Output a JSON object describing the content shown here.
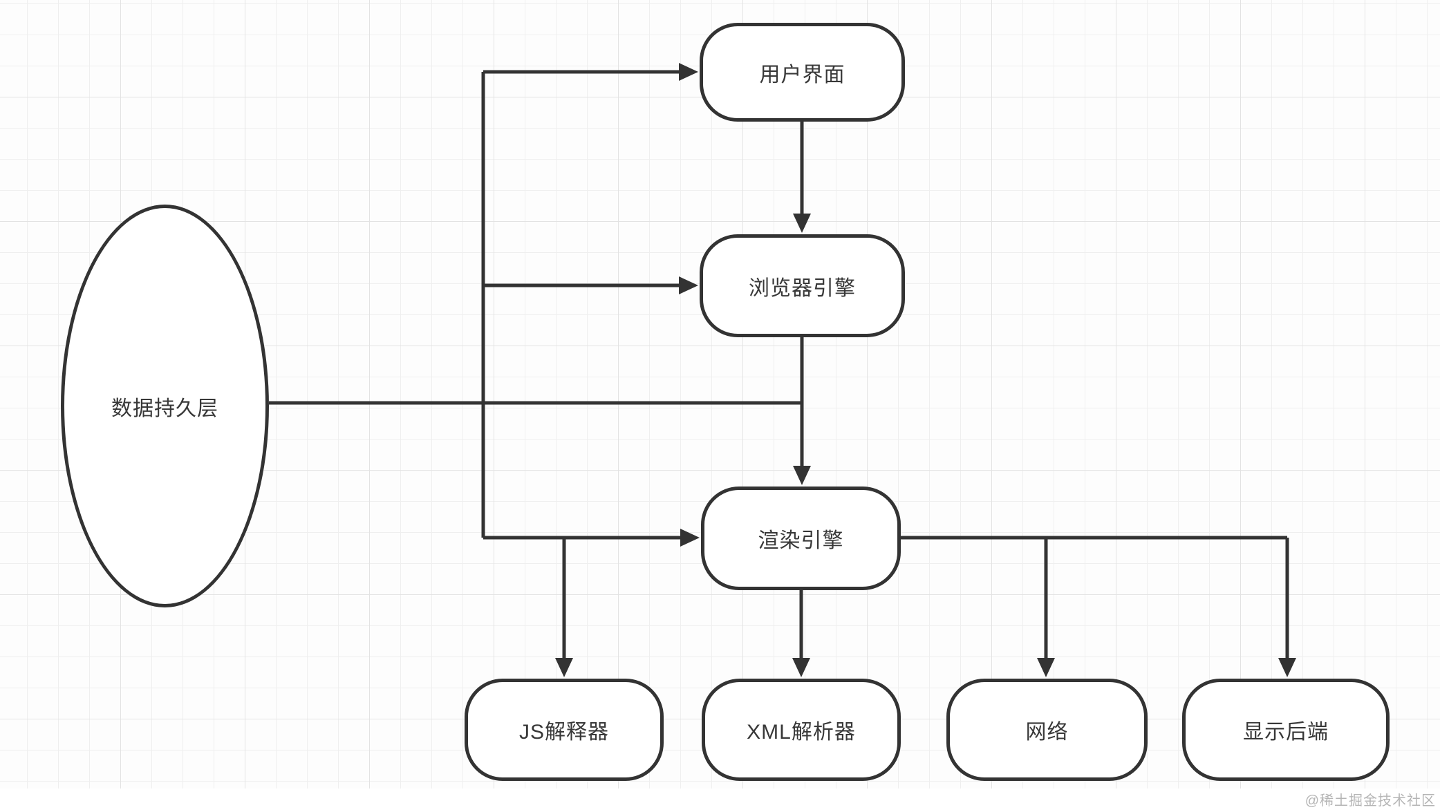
{
  "diagram": {
    "nodes": [
      {
        "id": "data-persistence-layer",
        "label": "数据持久层",
        "shape": "ellipse"
      },
      {
        "id": "user-interface",
        "label": "用户界面",
        "shape": "rounded-rect"
      },
      {
        "id": "browser-engine",
        "label": "浏览器引擎",
        "shape": "rounded-rect"
      },
      {
        "id": "rendering-engine",
        "label": "渲染引擎",
        "shape": "rounded-rect"
      },
      {
        "id": "js-interpreter",
        "label": "JS解释器",
        "shape": "rounded-rect"
      },
      {
        "id": "xml-parser",
        "label": "XML解析器",
        "shape": "rounded-rect"
      },
      {
        "id": "network",
        "label": "网络",
        "shape": "rounded-rect"
      },
      {
        "id": "display-backend",
        "label": "显示后端",
        "shape": "rounded-rect"
      }
    ],
    "edges": [
      {
        "from": "trunk",
        "to": "user-interface",
        "arrow": true
      },
      {
        "from": "trunk",
        "to": "browser-engine",
        "arrow": true
      },
      {
        "from": "trunk",
        "to": "rendering-engine",
        "arrow": true
      },
      {
        "from": "user-interface",
        "to": "browser-engine",
        "arrow": true
      },
      {
        "from": "browser-engine",
        "to": "rendering-engine",
        "arrow": true
      },
      {
        "from": "data-persistence-layer",
        "to": "browser-engine/rendering-engine-link",
        "arrow": false
      },
      {
        "from": "rendering-engine",
        "to": "js-interpreter",
        "arrow": true
      },
      {
        "from": "rendering-engine",
        "to": "xml-parser",
        "arrow": true
      },
      {
        "from": "rendering-engine",
        "to": "network",
        "arrow": true
      },
      {
        "from": "rendering-engine",
        "to": "display-backend",
        "arrow": true
      }
    ],
    "colors": {
      "stroke": "#333333",
      "node_fill": "#ffffff",
      "background": "#fdfdfd",
      "grid_minor": "#efefef",
      "grid_major": "#e3e3e3",
      "watermark": "#b5b5b5"
    }
  },
  "watermark": {
    "text": "@稀土掘金技术社区"
  }
}
